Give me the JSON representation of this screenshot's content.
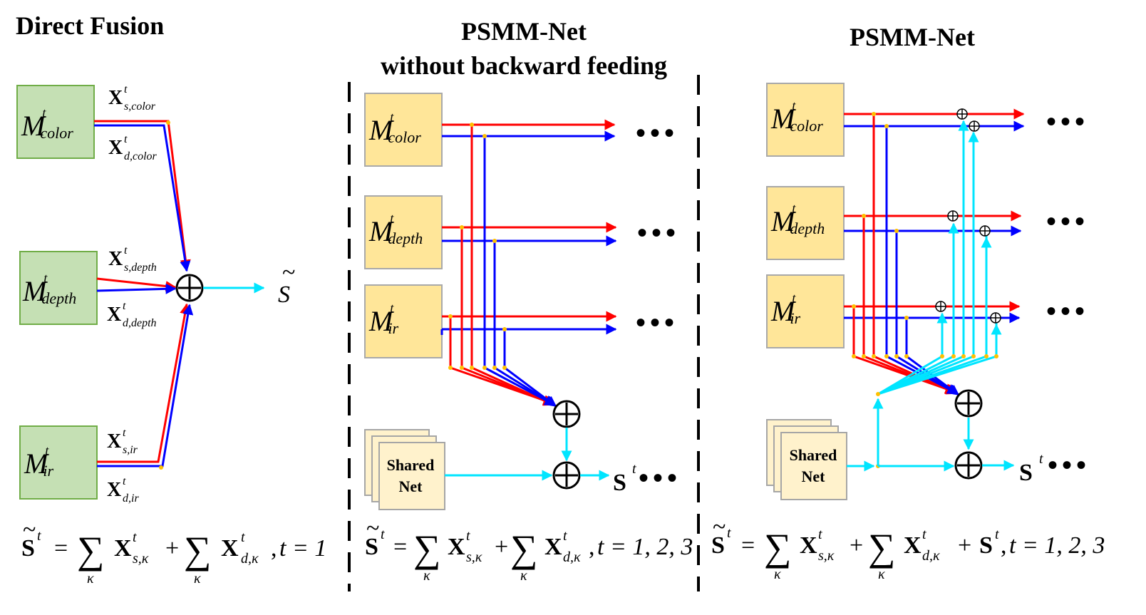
{
  "titles": {
    "direct": "Direct Fusion",
    "psmm_nb_line1": "PSMM-Net",
    "psmm_nb_line2": "without backward feeding",
    "psmm": "PSMM-Net"
  },
  "modules": {
    "symbol": "M",
    "superscript": "t",
    "color": "color",
    "depth": "depth",
    "ir": "ir"
  },
  "features": {
    "bold_x": "X",
    "sup": "t",
    "s_color": "s,color",
    "d_color": "d,color",
    "s_depth": "s,depth",
    "d_depth": "d,depth",
    "s_ir": "s,ir",
    "d_ir": "d,ir"
  },
  "outputs": {
    "s_tilde": "S",
    "tilde": "~",
    "s_bold": "S",
    "sup": "t"
  },
  "shared_net": {
    "line1": "Shared",
    "line2": "Net"
  },
  "ellipsis": "•••",
  "equations": {
    "eq1_tail": "t = 1",
    "eq2_tail": "t = 1, 2, 3",
    "eq3_tail": "t = 1, 2, 3",
    "kappa": "κ",
    "sub_s": "s,κ",
    "sub_d": "d,κ"
  },
  "colors": {
    "shared_features": "#ff0000",
    "specific_features": "#0000ff",
    "fused_output": "#00e5ff",
    "module_fill_direct": "#c5e0b4",
    "module_fill_psmm": "#ffe699",
    "junction": "#ffc000"
  },
  "icons": [
    "plus-circle-icon",
    "arrow-right-icon",
    "arrow-up-icon"
  ]
}
